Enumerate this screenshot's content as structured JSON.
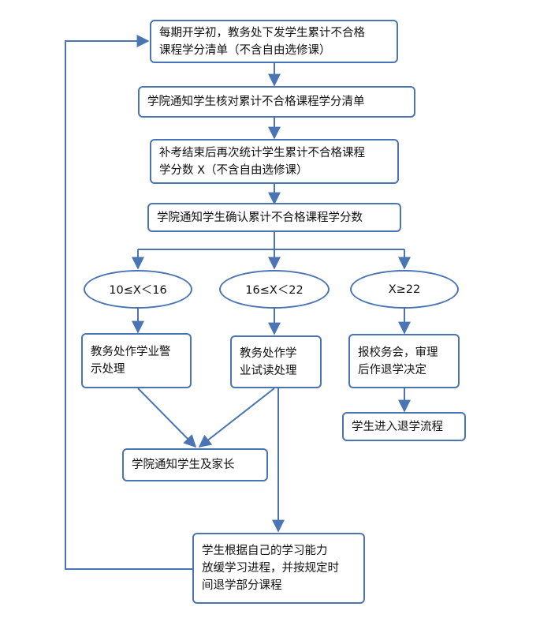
{
  "colors": {
    "stroke": "#4a74b4",
    "text": "#111111",
    "background": "#ffffff"
  },
  "nodes": {
    "semester_start": {
      "lines": [
        "每期开学初，教务处下发学生累计不合格",
        "课程学分清单（不含自由选修课）"
      ]
    },
    "notify_verify": {
      "lines": [
        "学院通知学生核对累计不合格课程学分清单"
      ]
    },
    "recount_after_makeup": {
      "lines": [
        "补考结束后再次统计学生累计不合格课程",
        "学分数 X（不含自由选修课）"
      ]
    },
    "notify_confirm": {
      "lines": [
        "学院通知学生确认累计不合格课程学分数"
      ]
    },
    "cond_10_16": {
      "label": "10≤X＜16"
    },
    "cond_16_22": {
      "label": "16≤X＜22"
    },
    "cond_ge_22": {
      "label": "X≥22"
    },
    "academic_warning": {
      "lines": [
        "教务处作学业警",
        "示处理"
      ]
    },
    "academic_probation": {
      "lines": [
        "教务处作学",
        "业试读处理"
      ]
    },
    "school_affairs": {
      "lines": [
        "报校务会，审理",
        "后作退学决定"
      ]
    },
    "notify_parents": {
      "lines": [
        "学院通知学生及家长"
      ]
    },
    "withdrawal_process": {
      "lines": [
        "学生进入退学流程"
      ]
    },
    "slow_down": {
      "lines": [
        "学生根据自己的学习能力",
        "放缓学习进程，并按规定时",
        "间退学部分课程"
      ]
    }
  }
}
